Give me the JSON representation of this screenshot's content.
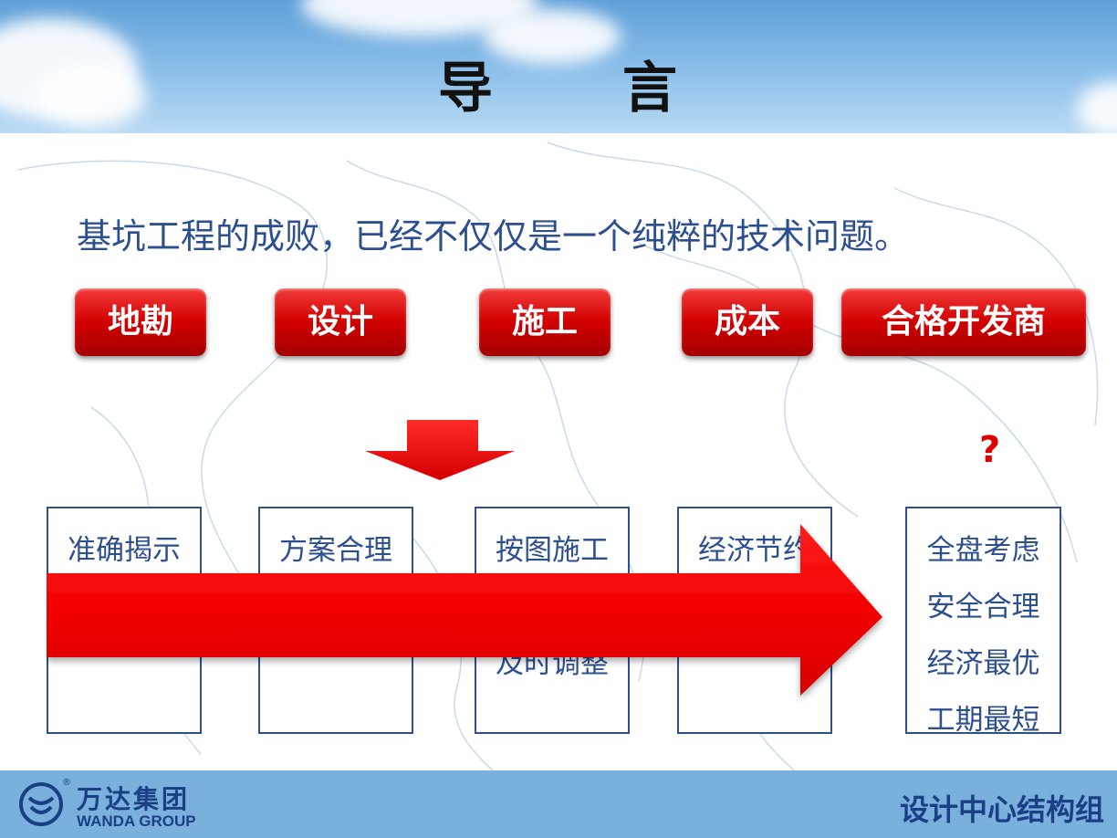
{
  "title": {
    "char1": "导",
    "char2": "言"
  },
  "intro": "基坑工程的成败，已经不仅仅是一个纯粹的技术问题。",
  "tags": [
    "地勘",
    "设计",
    "施工",
    "成本",
    "合格开发商"
  ],
  "boxes": [
    {
      "lines": [
        "准确揭示"
      ]
    },
    {
      "lines": [
        "方案合理"
      ]
    },
    {
      "lines": [
        "按图施工",
        "及时调整"
      ]
    },
    {
      "lines": [
        "经济节约"
      ]
    },
    {
      "lines": [
        "全盘考虑",
        "安全合理",
        "经济最优",
        "工期最短"
      ]
    }
  ],
  "question_mark": "?",
  "footer": {
    "logo_cn": "万达集团",
    "logo_en": "WANDA GROUP",
    "logo_reg": "®",
    "department": "设计中心结构组"
  },
  "colors": {
    "accent_red": "#e00000",
    "text_blue": "#2c4f8f",
    "footer_blue": "#7ab0dc"
  }
}
